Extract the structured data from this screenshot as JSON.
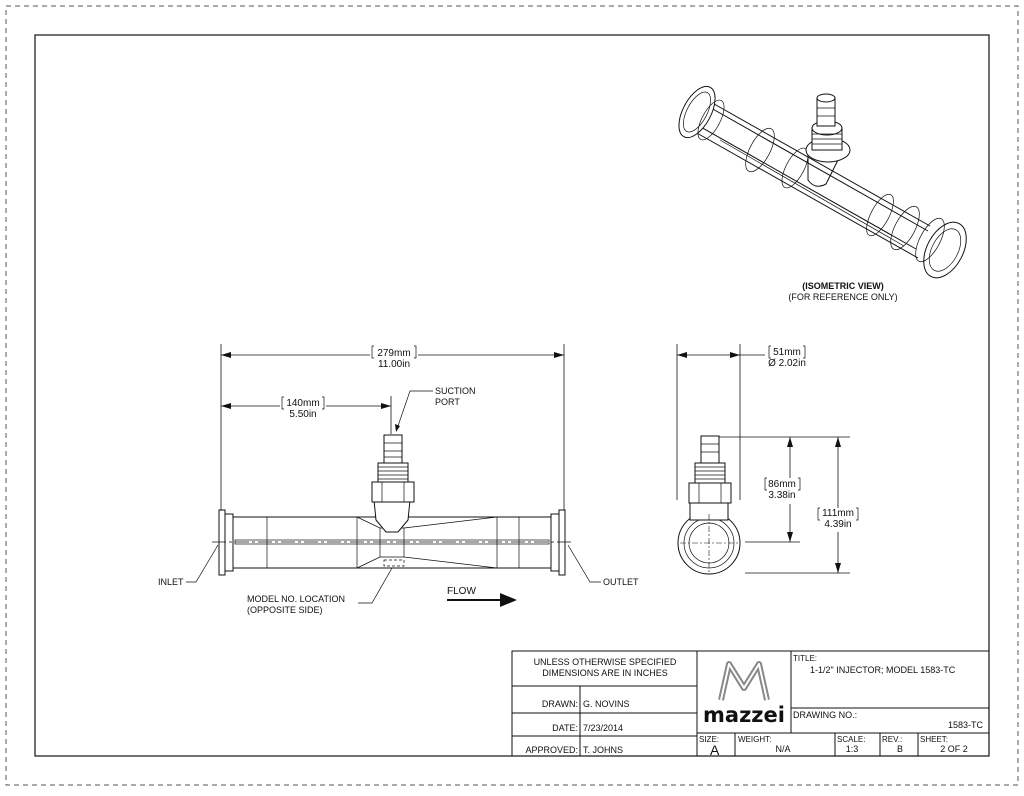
{
  "views": {
    "iso_title": "(ISOMETRIC VIEW)",
    "iso_note": "(FOR REFERENCE ONLY)"
  },
  "front_view": {
    "overall_length_mm": "279mm",
    "overall_length_in": "11.00in",
    "port_offset_mm": "140mm",
    "port_offset_in": "5.50in",
    "suction_port_1": "SUCTION",
    "suction_port_2": "PORT",
    "inlet": "INLET",
    "outlet": "OUTLET",
    "model_loc_1": "MODEL NO. LOCATION",
    "model_loc_2": "(OPPOSITE SIDE)",
    "flow": "FLOW"
  },
  "end_view": {
    "dia_mm": "51mm",
    "dia_in": "Ø 2.02in",
    "h1_mm": "86mm",
    "h1_in": "3.38in",
    "h2_mm": "111mm",
    "h2_in": "4.39in"
  },
  "title_block": {
    "note_1": "UNLESS OTHERWISE SPECIFIED",
    "note_2": "DIMENSIONS ARE IN INCHES",
    "drawn_label": "DRAWN:",
    "drawn_value": "G. NOVINS",
    "date_label": "DATE:",
    "date_value": "7/23/2014",
    "approved_label": "APPROVED:",
    "approved_value": "T. JOHNS",
    "logo_text": "mazzei",
    "title_label": "TITLE:",
    "title_value": "1-1/2\" INJECTOR; MODEL 1583-TC",
    "drawing_no_label": "DRAWING NO.:",
    "drawing_no_value": "1583-TC",
    "size_label": "SIZE:",
    "size_value": "A",
    "weight_label": "WEIGHT:",
    "weight_value": "N/A",
    "scale_label": "SCALE:",
    "scale_value": "1:3",
    "rev_label": "REV.:",
    "rev_value": "B",
    "sheet_label": "SHEET:",
    "sheet_value": "2 OF 2"
  }
}
